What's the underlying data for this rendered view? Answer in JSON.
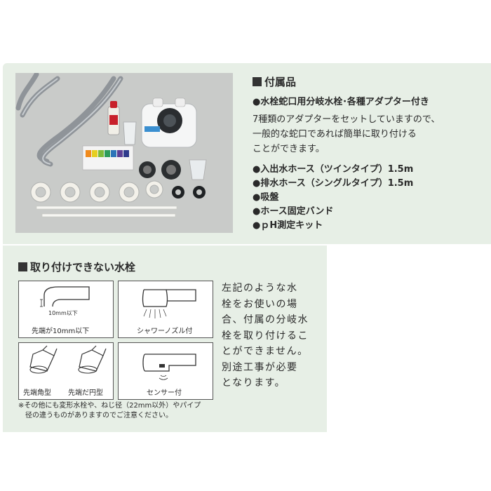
{
  "accessories": {
    "heading": "付属品",
    "lines": [
      "●水栓蛇口用分岐水栓･各種アダプター付き",
      "●入出水ホース（ツインタイプ）1.5m",
      "●排水ホース（シングルタイプ）1.5m",
      "●吸盤",
      "●ホース固定バンド",
      "●ｐH測定キット"
    ],
    "description": [
      "7種類のアダプターをセットしていますので、",
      "一般的な蛇口であれば簡単に取り付ける",
      "ことができます。"
    ],
    "photo_label": "accessories-photo"
  },
  "incompatible": {
    "heading": "取り付けできない水栓",
    "boxes": [
      {
        "caption": "先端が10mm以下",
        "dimension": "10mm以下"
      },
      {
        "caption": "シャワーノズル付"
      },
      {
        "caption_a": "先端角型",
        "caption_b": "先端だ円型"
      },
      {
        "caption": "センサー付"
      }
    ],
    "side_text": [
      "左記のような水",
      "栓をお使いの場",
      "合、付属の分岐水",
      "栓を取り付けるこ",
      "とができません。",
      "別途工事が必要",
      "となります。"
    ],
    "note": [
      "※その他にも変形水栓や、ねじ径（22mm以外）やパイプ",
      "　径の違うものがありますのでご注意ください。"
    ]
  },
  "colors": {
    "panel_bg": "#e7efe6",
    "photo_bg": "#c9cbc9",
    "text": "#2a2a2a"
  }
}
